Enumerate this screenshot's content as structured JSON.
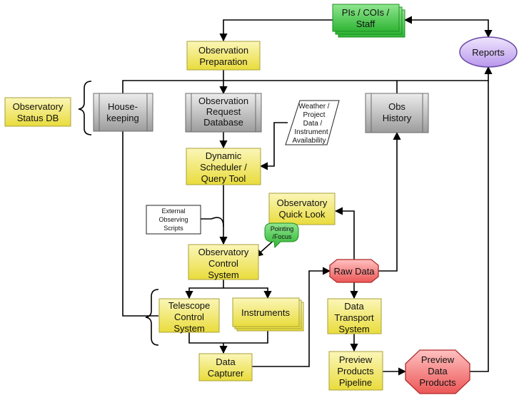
{
  "colors": {
    "yellow_fill": "#f1e86a",
    "yellow_stroke": "#a8a13a",
    "gray_fill": "#b8b8b8",
    "gray_stroke": "#6b6b6b",
    "green_fill": "#4ac44e",
    "red_fill": "#f27272",
    "purple_fill": "#cfb6f4",
    "line": "#000000"
  },
  "nodes": {
    "pis": [
      "PIs / COIs /",
      "Staff"
    ],
    "reports": [
      "Reports"
    ],
    "obs_prep": [
      "Observation",
      "Preparation"
    ],
    "status_db": [
      "Observatory",
      "Status DB"
    ],
    "housekeeping": [
      "House-",
      "keeping"
    ],
    "obs_request_db": [
      "Observation",
      "Request",
      "Database"
    ],
    "weather": [
      "Weather /",
      "Project",
      "Data /",
      "Instrument",
      "Availability"
    ],
    "obs_history": [
      "Obs",
      "History"
    ],
    "scheduler": [
      "Dynamic",
      "Scheduler /",
      "Query Tool"
    ],
    "quick_look": [
      "Observatory",
      "Quick Look"
    ],
    "ext_scripts": [
      "External",
      "Observing",
      "Scripts"
    ],
    "pointing": [
      "Pointing",
      "/Focus"
    ],
    "ocs": [
      "Observatory",
      "Control",
      "System"
    ],
    "raw_data": [
      "Raw Data"
    ],
    "tcs": [
      "Telescope",
      "Control",
      "System"
    ],
    "instruments": [
      "Instruments"
    ],
    "dts": [
      "Data",
      "Transport",
      "System"
    ],
    "capturer": [
      "Data",
      "Capturer"
    ],
    "ppp": [
      "Preview",
      "Products",
      "Pipeline"
    ],
    "pdp": [
      "Preview",
      "Data",
      "Products"
    ]
  }
}
